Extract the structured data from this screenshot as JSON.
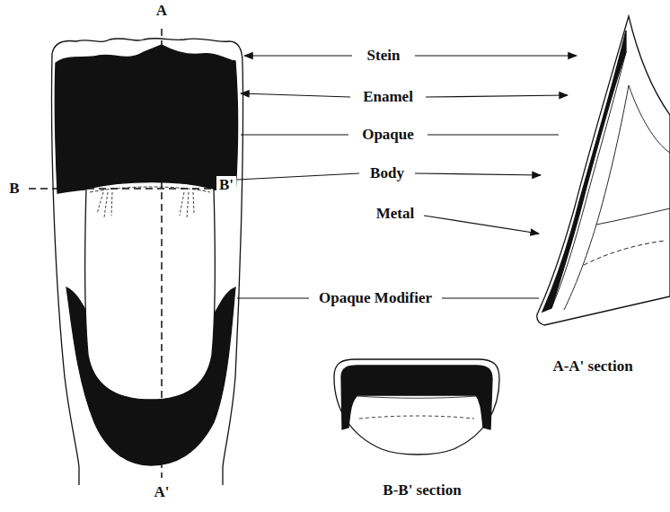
{
  "diagram": {
    "labels": [
      "A",
      "B",
      "B'",
      "Stein",
      "Enamel",
      "Opaque",
      "Body",
      "Metal",
      "Opaque Modifier",
      "A'",
      "A-A' section",
      "B-B' section"
    ]
  }
}
